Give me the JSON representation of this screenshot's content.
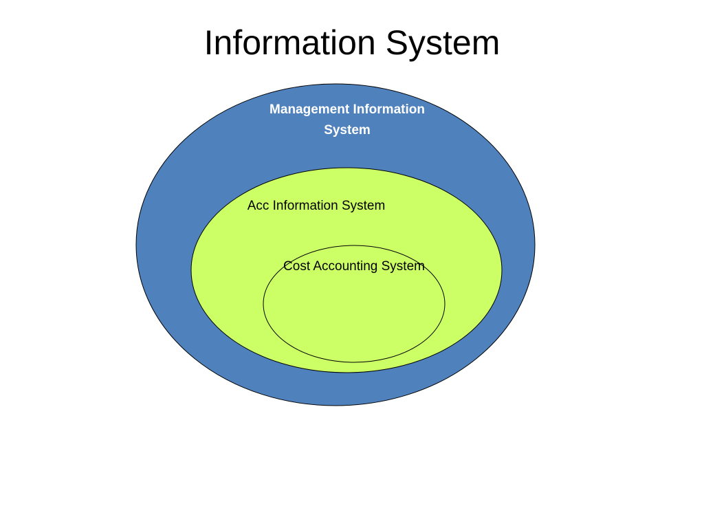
{
  "title": "Information System",
  "diagram": {
    "outer": {
      "label": "Management Information System",
      "fill": "#4f81bd",
      "text_color": "#ffffff"
    },
    "middle": {
      "label": "Acc Information System",
      "fill": "#ccff66",
      "text_color": "#000000"
    },
    "inner": {
      "label": "Cost Accounting System",
      "fill": "#ccff66",
      "text_color": "#000000"
    },
    "stroke": "#000000"
  }
}
